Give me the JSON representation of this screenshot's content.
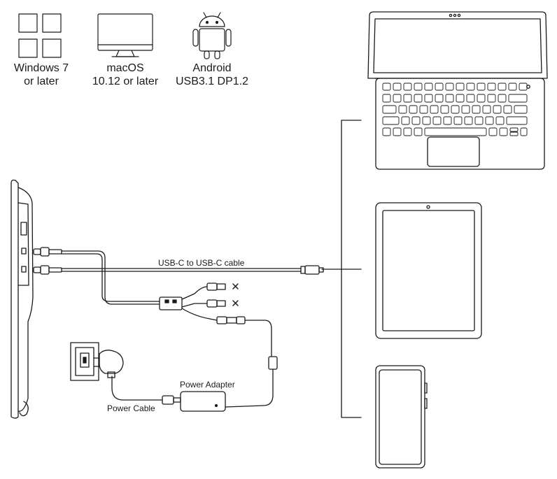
{
  "os": {
    "windows": {
      "line1": "Windows 7",
      "line2": "or later"
    },
    "macos": {
      "line1": "macOS",
      "line2": "10.12 or later"
    },
    "android": {
      "line1": "Android",
      "line2": "USB3.1 DP1.2"
    }
  },
  "labels": {
    "usb_c_cable": "USB-C to USB-C cable",
    "power_adapter": "Power Adapter",
    "power_cable": "Power Cable"
  },
  "icons": [
    "windows-logo-icon",
    "imac-icon",
    "android-robot-icon",
    "laptop-icon",
    "tablet-icon",
    "smartphone-icon",
    "pen-display-icon",
    "wall-socket-icon",
    "power-plug-icon",
    "power-adapter-icon",
    "usb-plug-icon",
    "not-connected-x-icon"
  ],
  "colors": {
    "line": "#1a1a1a",
    "background": "#ffffff"
  }
}
